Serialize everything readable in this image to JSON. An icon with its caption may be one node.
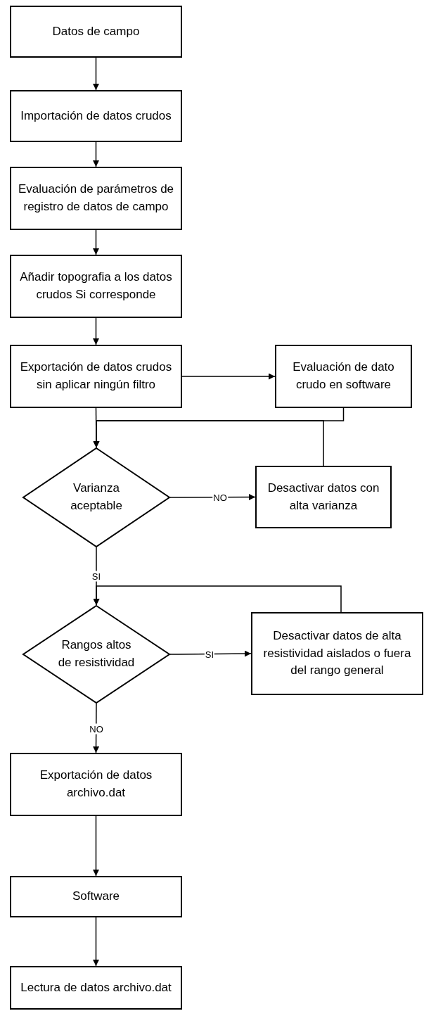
{
  "diagram": {
    "nodes": [
      {
        "text": [
          "Datos de campo"
        ]
      },
      {
        "text": [
          "Importación de datos crudos"
        ]
      },
      {
        "text": [
          "Evaluación de parámetros de registro de datos de campo"
        ]
      },
      {
        "text": [
          "Añadir topografia a los datos crudos Si corresponde"
        ]
      },
      {
        "text": [
          "Exportación de datos crudos sin aplicar ningún filtro"
        ]
      },
      {
        "text": [
          "Evaluación de dato crudo en software"
        ]
      },
      {
        "text": [
          "Varianza aceptable"
        ]
      },
      {
        "text": [
          "Desactivar datos con alta varianza"
        ]
      },
      {
        "text": [
          "Rangos altos de resistividad"
        ]
      },
      {
        "text": [
          "Desactivar datos de alta resistividad aislados o fuera del rango general"
        ]
      },
      {
        "text": [
          "Exportación de datos archivo.dat"
        ]
      },
      {
        "text": [
          "Software"
        ]
      },
      {
        "text": [
          "Lectura de datos archivo.dat"
        ]
      }
    ],
    "edges": [
      {
        "from": 0,
        "to": 1,
        "arrow": "to"
      },
      {
        "from": 1,
        "to": 2,
        "arrow": "to"
      },
      {
        "from": 2,
        "to": 3,
        "arrow": "to"
      },
      {
        "from": 3,
        "to": 4,
        "arrow": "to"
      },
      {
        "from": 4,
        "to": 5,
        "arrow": "to"
      },
      {
        "from": 4,
        "to": 6,
        "arrow": "to"
      },
      {
        "from": 5,
        "to": 6,
        "arrow": "to"
      },
      {
        "from": 7,
        "to": 6,
        "arrow": "to"
      },
      {
        "from": 6,
        "to": 7,
        "arrow": "to",
        "label": "NO"
      },
      {
        "from": 6,
        "to": 8,
        "arrow": "to",
        "label": "SI"
      },
      {
        "from": 8,
        "to": 9,
        "arrow": "to",
        "label": "SI"
      },
      {
        "from": 9,
        "to": 8,
        "arrow": "to"
      },
      {
        "from": 8,
        "to": 10,
        "arrow": "to",
        "label": "NO"
      },
      {
        "from": 10,
        "to": 11,
        "arrow": "to"
      },
      {
        "from": 11,
        "to": 12,
        "arrow": "to"
      }
    ]
  }
}
